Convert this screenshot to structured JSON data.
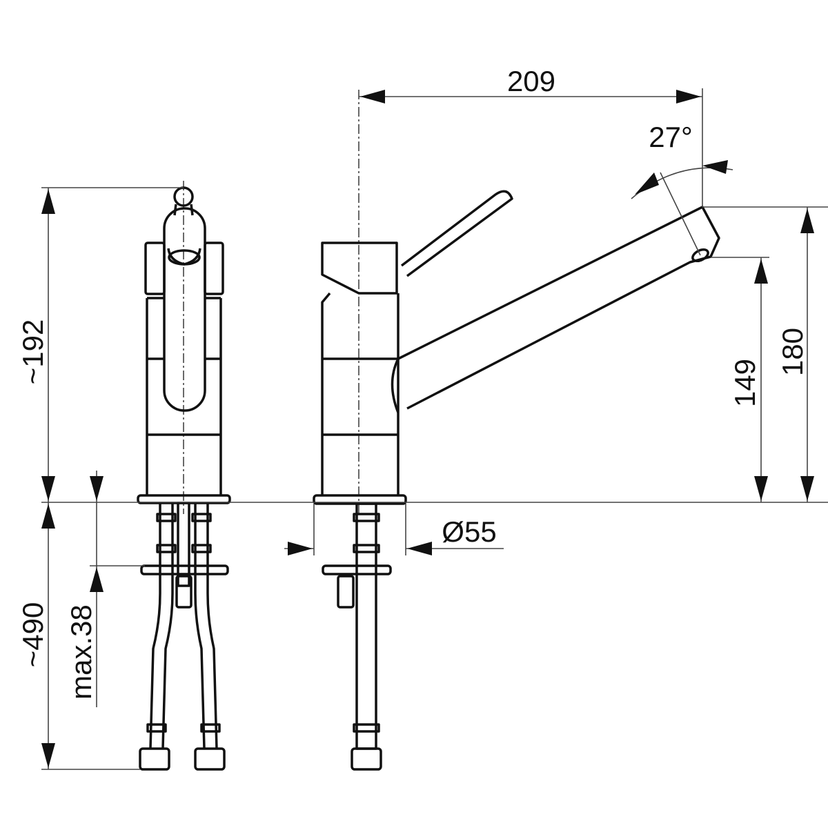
{
  "title": "Single-lever faucet dimension drawing",
  "dimensions": {
    "spout_reach": "209",
    "swivel_angle": "27°",
    "overall_height": "~192",
    "spout_top_height": "180",
    "outlet_height": "149",
    "base_diameter": "Ø55",
    "hose_length": "~490",
    "max_counter_thickness": "max.38"
  },
  "colors": {
    "line": "#111111"
  }
}
